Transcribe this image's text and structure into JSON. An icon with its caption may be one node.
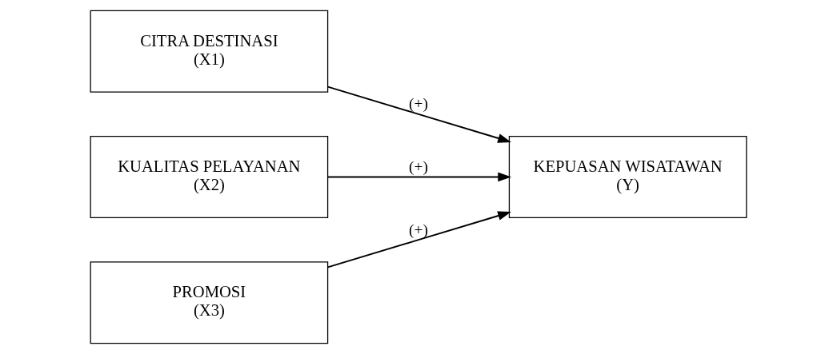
{
  "diagram": {
    "nodes": [
      {
        "text": [
          "CITRA DESTINASI",
          "(X1)"
        ]
      },
      {
        "text": [
          "KUALITAS PELAYANAN",
          "(X2)"
        ]
      },
      {
        "text": [
          "PROMOSI",
          "(X3)"
        ]
      },
      {
        "text": [
          "KEPUASAN WISATAWAN",
          "(Y)"
        ]
      }
    ],
    "edges": [
      {
        "from": 0,
        "to": 3,
        "arrow": "to",
        "label": "(+)"
      },
      {
        "from": 1,
        "to": 3,
        "arrow": "to",
        "label": "(+)"
      },
      {
        "from": 2,
        "to": 3,
        "arrow": "to",
        "label": "(+)"
      }
    ]
  }
}
